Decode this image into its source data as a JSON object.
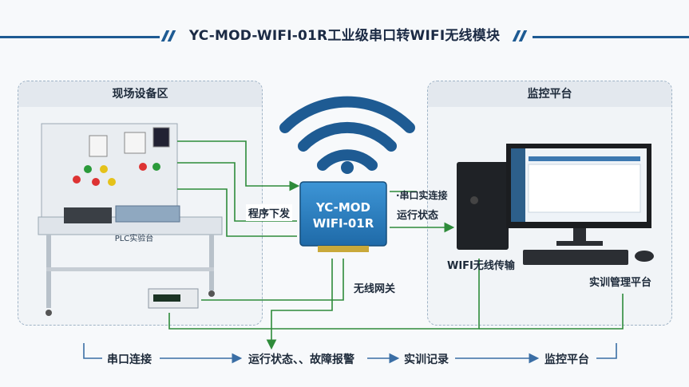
{
  "title": "YC-MOD-WIFI-01R工业级串口转WIFI无线模块",
  "left_panel": {
    "title": "现场设备区",
    "bench_label": "PLC实验台"
  },
  "right_panel": {
    "title": "监控平台"
  },
  "module": {
    "line1": "YC-MOD",
    "line2": "WIFI-01R"
  },
  "labels": {
    "program_download": "程序下发",
    "serial_connect": "·串口实连接",
    "run_status": "运行状态",
    "wireless_gateway": "无线网关",
    "wifi_transfer": "WIFI无线传输",
    "training_platform": "实训管理平台"
  },
  "bottom_flow": [
    "串口连接",
    "运行状态、、故障报警",
    "实训记录",
    "监控平台"
  ],
  "colors": {
    "accent": "#1e5b93",
    "line": "#2e8b3a",
    "module": "#2a7fc2"
  }
}
